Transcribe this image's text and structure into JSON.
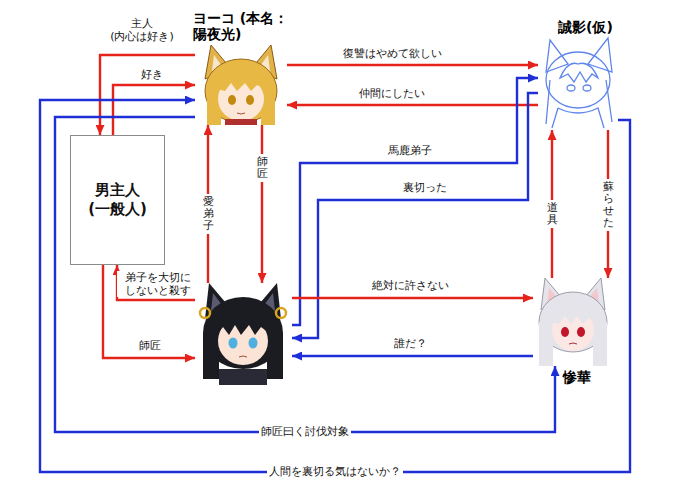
{
  "diagram": {
    "nodes": [
      {
        "text": [
          "ヨーコ (本名：陽夜光)"
        ]
      },
      {
        "text": [
          "誠影(仮)"
        ]
      },
      {
        "text": [
          "男主人 (一般人)"
        ]
      },
      {
        "text": []
      },
      {
        "text": [
          "惨華"
        ]
      }
    ],
    "edges": [
      {
        "from": 0,
        "to": 2,
        "label": "主人 (内心は好き)",
        "arrow": "to"
      },
      {
        "from": 2,
        "to": 0,
        "label": "好き",
        "arrow": "to"
      },
      {
        "from": 0,
        "to": 1,
        "label": "復讐はやめて欲しい",
        "arrow": "to"
      },
      {
        "from": 1,
        "to": 0,
        "label": "仲間にしたい",
        "arrow": "to"
      },
      {
        "from": 1,
        "to": 0,
        "label": "人間を裏切る気はないか？",
        "arrow": "to"
      },
      {
        "from": 0,
        "to": 4,
        "label": "師匠曰く討伐対象",
        "arrow": "to"
      },
      {
        "from": 0,
        "to": 3,
        "label": "師匠",
        "arrow": "to"
      },
      {
        "from": 3,
        "to": 0,
        "label": "愛弟子",
        "arrow": "to"
      },
      {
        "from": 3,
        "to": 1,
        "label": "馬鹿弟子",
        "arrow": "to"
      },
      {
        "from": 1,
        "to": 3,
        "label": "裏切った",
        "arrow": "to"
      },
      {
        "from": 3,
        "to": 4,
        "label": "絶対に許さない",
        "arrow": "to"
      },
      {
        "from": 4,
        "to": 3,
        "label": "誰だ？",
        "arrow": "to"
      },
      {
        "from": 4,
        "to": 1,
        "label": "道具",
        "arrow": "to"
      },
      {
        "from": 1,
        "to": 4,
        "label": "蘇らせた",
        "arrow": "to"
      },
      {
        "from": 3,
        "to": 2,
        "label": "弟子を大切に しないと殺す",
        "arrow": "to"
      },
      {
        "from": 2,
        "to": 3,
        "label": "師匠",
        "arrow": "to"
      }
    ]
  }
}
